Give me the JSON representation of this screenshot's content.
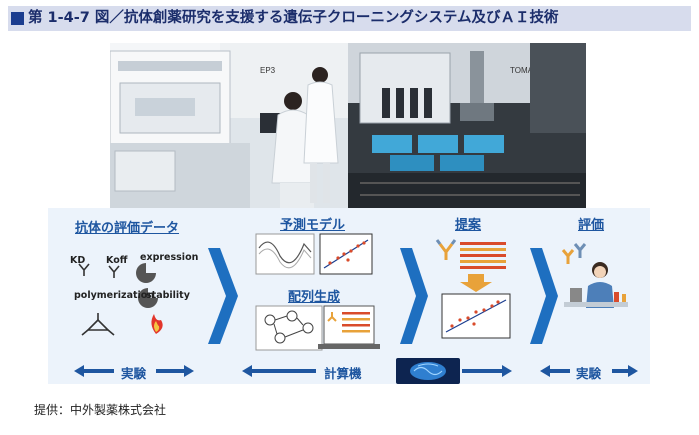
{
  "title": "第 1-4-7 図／抗体創薬研究を支援する遺伝子クローニングシステム及びＡＩ技術",
  "photo_labels": {
    "left": "EP3",
    "right": "TOMA"
  },
  "diagram": {
    "sections": {
      "evaluation_data": "抗体の評価データ",
      "prediction_model": "予測モデル",
      "sequence_generation": "配列生成",
      "proposal": "提案",
      "evaluation": "評価"
    },
    "data_labels": {
      "kd": "KD",
      "koff": "Koff",
      "expression": "expression",
      "polymerization": "polymerization",
      "stability": "stability"
    },
    "bottom_arrows": {
      "left": "実験",
      "middle": "計算機",
      "right": "実験"
    }
  },
  "credit": "提供：中外製薬株式会社",
  "colors": {
    "title_bg": "#d7dced",
    "title_text": "#1b2d6b",
    "accent_blue": "#1e56a0",
    "diagram_bg": "#ecf3fb",
    "antibody_orange": "#e8a23a",
    "sequence_red": "#d94b2b"
  }
}
